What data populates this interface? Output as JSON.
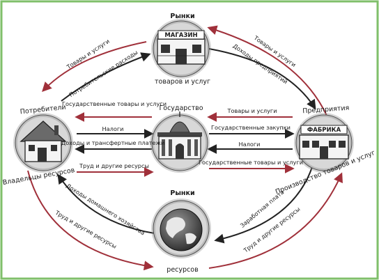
{
  "nodes": {
    "market_goods": {
      "title": "Рынки",
      "sign": "МАГАЗИН",
      "subtitle": "товаров и услуг"
    },
    "market_resources": {
      "title": "Рынки",
      "subtitle": "ресурсов"
    },
    "consumers": {
      "title": "Потребители",
      "subtitle": "Владельцы ресурсов"
    },
    "government": {
      "title": "Государство"
    },
    "enterprises": {
      "title": "Предприятия",
      "sign": "ФАБРИКА",
      "subtitle": "Производство товаров и услуг"
    }
  },
  "flows": {
    "consumers_goods": "Товары и услуги",
    "consumer_spending": "Потребительские расходы",
    "enterprise_goods": "Товары и услуги",
    "enterprise_revenue": "Доходы предприятий",
    "gov_goods_left": "Государственные товары и услуги",
    "taxes_left": "Налоги",
    "income_transfers": "Доходы и трансфертные платежи",
    "labor_left_mid": "Труд и другие ресурсы",
    "goods_to_gov": "Товары и услуги",
    "gov_purchases": "Государственные закупки",
    "taxes_right": "Налоги",
    "gov_goods_right": "Государственные товары и услуги",
    "household_income": "Доходы домашнего хозяйства",
    "labor_resources_bottom": "Труд и другие ресурсы",
    "wages": "Заработная плата",
    "labor_resources_right": "Труд и другие ресурсы"
  }
}
